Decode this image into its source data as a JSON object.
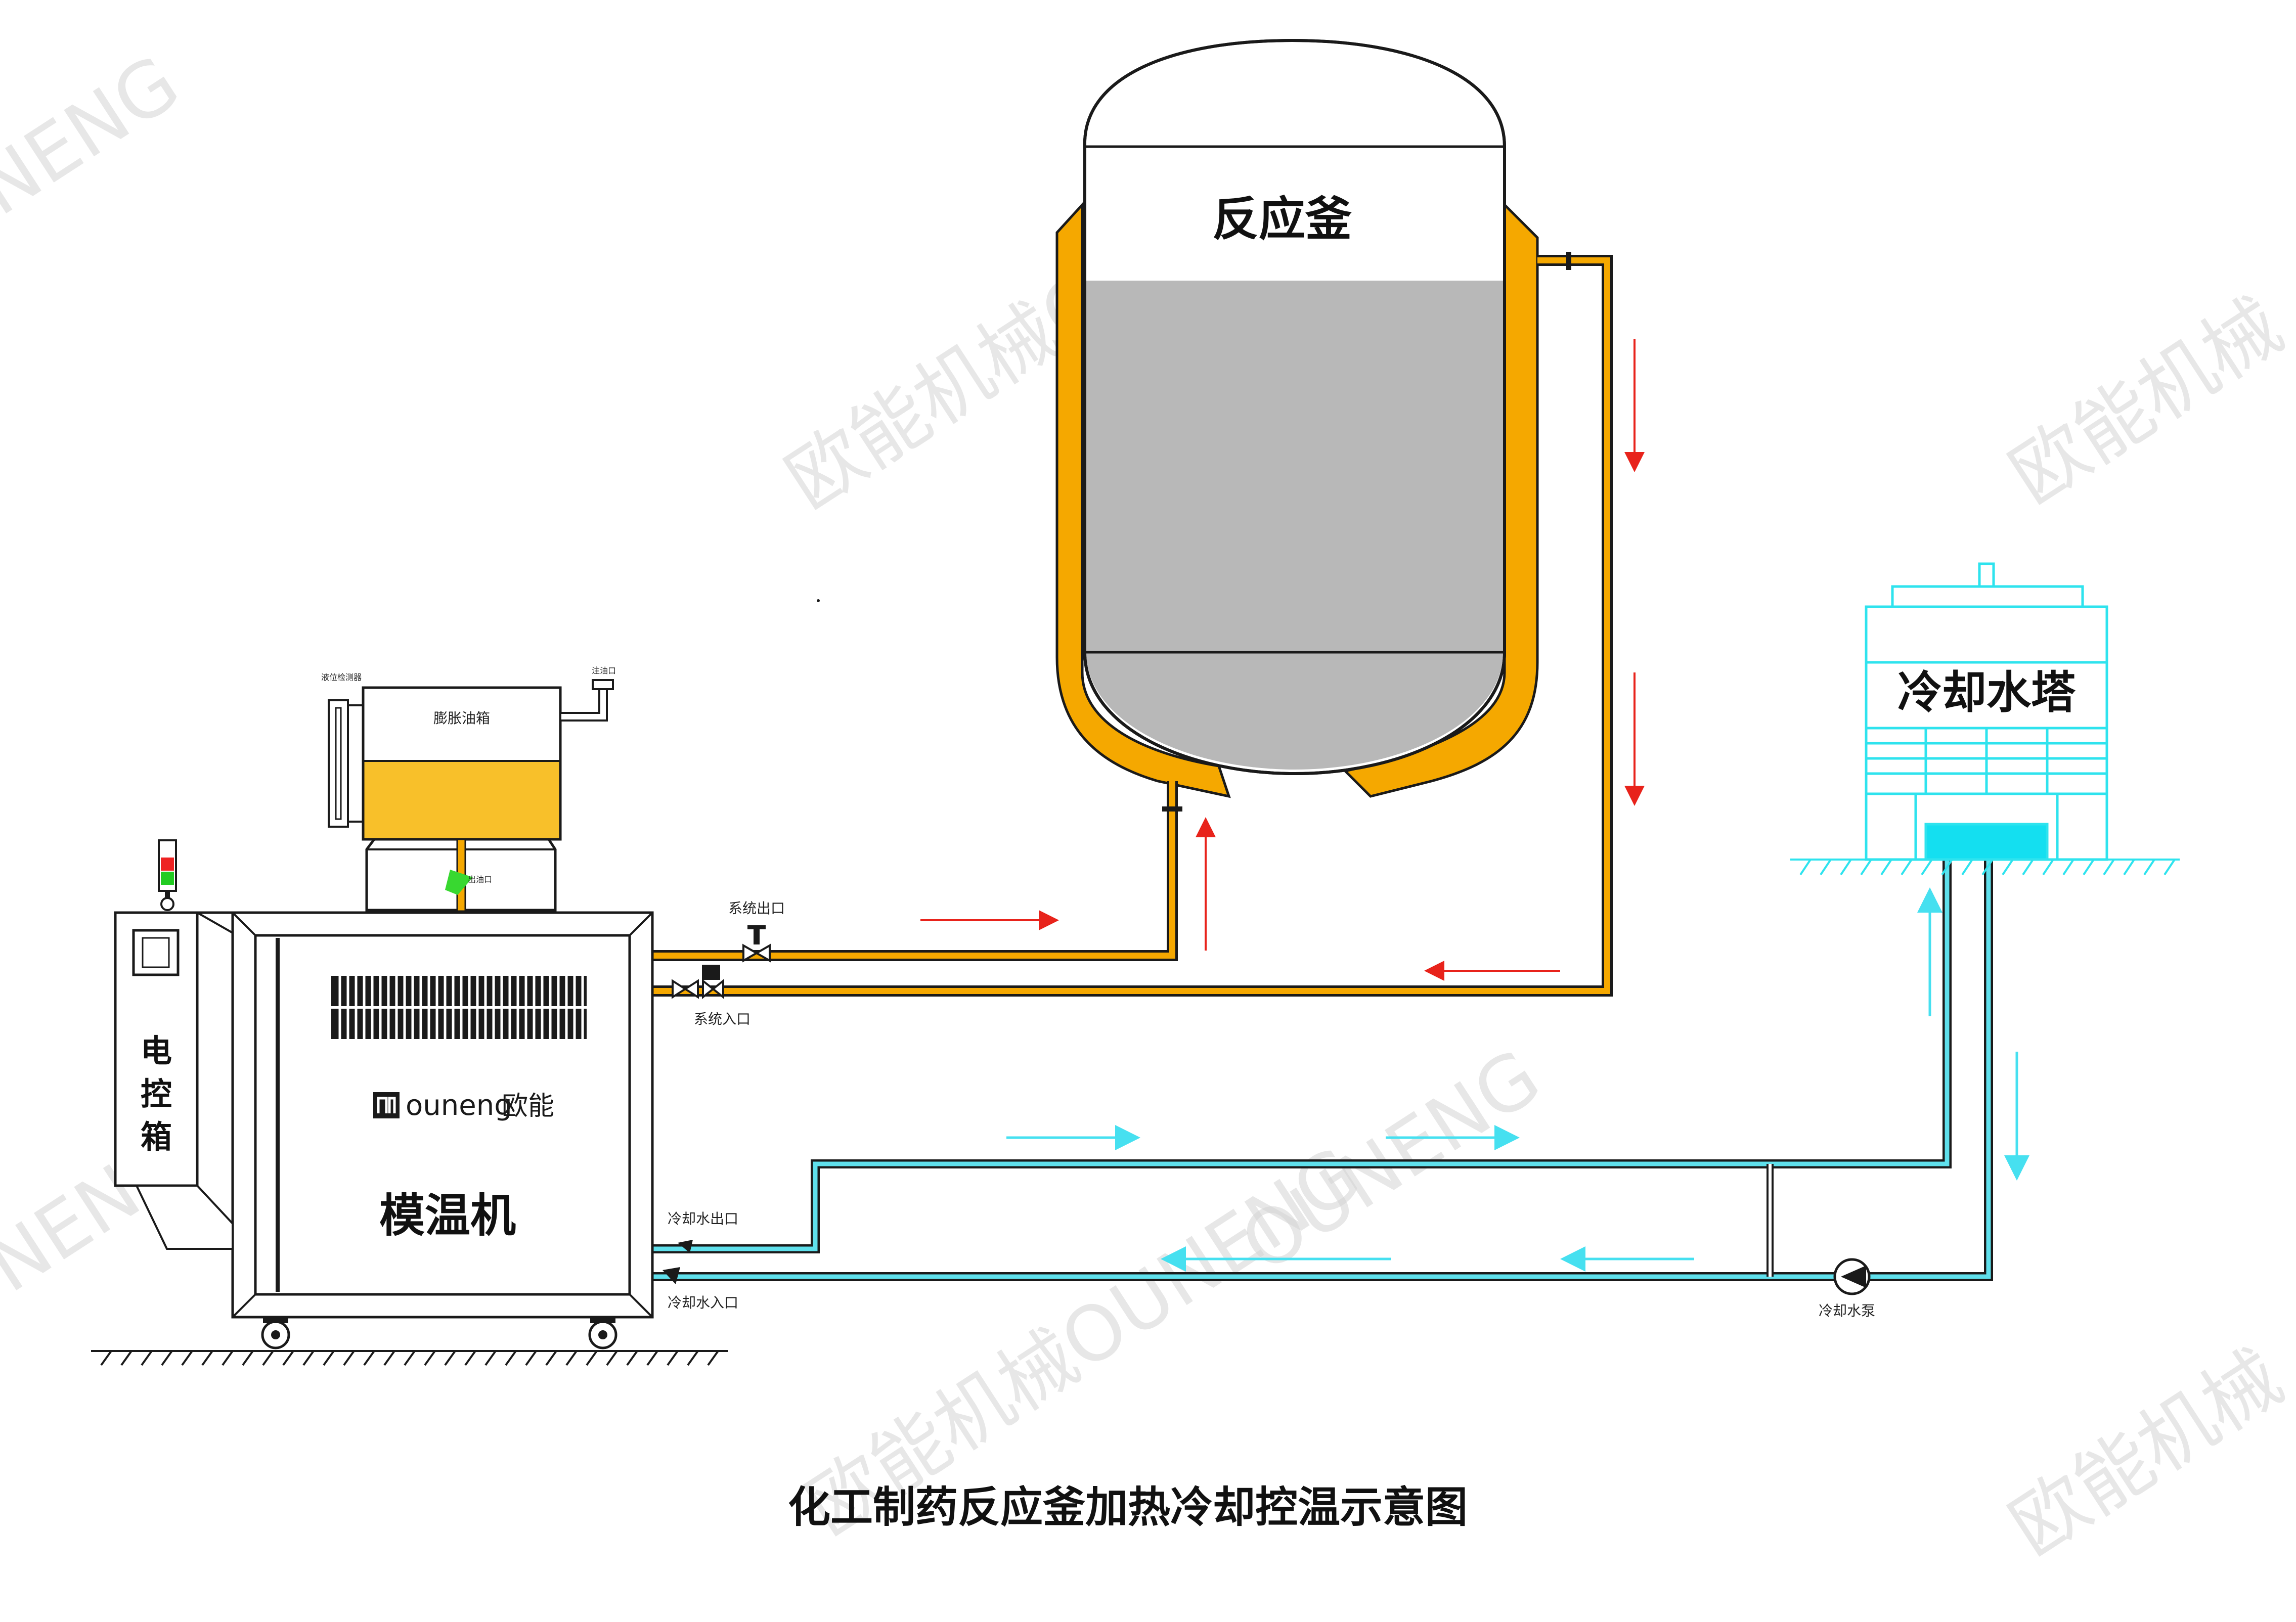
{
  "title": "化工制药反应釜加热冷却控温示意图",
  "watermarks": {
    "brand_cn": "欧能机械OUNENG",
    "brand_cn_short": "欧能机械",
    "brand_en": "OUNENG",
    "brand_en_partial": "NENG"
  },
  "reactor": {
    "label": "反应釜"
  },
  "cooling_tower": {
    "label": "冷却水塔"
  },
  "mold_temp_machine": {
    "label": "模温机",
    "brand_en": "ouneng",
    "brand_cn": "欧能"
  },
  "control_box": {
    "label": [
      "电",
      "控",
      "箱"
    ]
  },
  "expansion_tank": {
    "label": "膨胀油箱",
    "level_gauge": "液位检测器",
    "fill_port": "注油口",
    "outlet": "出油口"
  },
  "ports": {
    "system_outlet": "系统出口",
    "system_inlet": "系统入口",
    "cooling_water_outlet": "冷却水出口",
    "cooling_water_inlet": "冷却水入口",
    "cooling_pump": "冷却水泵"
  },
  "colors": {
    "oil_pipe": "#f5a800",
    "water_pipe": "#5fe0ec",
    "hot_arrow": "#e8231b",
    "cool_arrow": "#46e0f0",
    "tower": "#2ee3ee",
    "reactor_fill": "#b8b8b8",
    "tank_oil": "#f8c02a"
  }
}
